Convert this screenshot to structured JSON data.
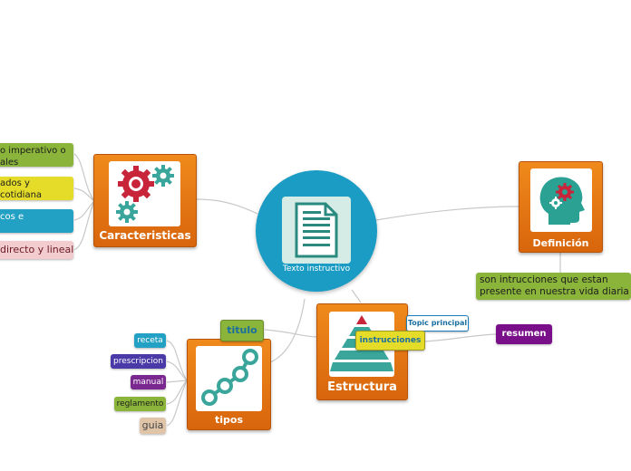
{
  "center": {
    "label": "Texto instructivo",
    "icon": "document-icon",
    "color": "#1a9cc4"
  },
  "main_topics": {
    "caracteristicas": {
      "label": "Caracteristicas",
      "icon": "gears-icon"
    },
    "definicion": {
      "label": "Definición",
      "icon": "head-gears-icon"
    },
    "estructura": {
      "label": "Estructura",
      "icon": "pyramid-icon"
    },
    "tipos": {
      "label": "tipos",
      "icon": "steps-icon"
    }
  },
  "caracteristicas_items": [
    {
      "line1": "o imperativo o",
      "line2": "ales",
      "color": "#8ab43a"
    },
    {
      "line1": "ados y",
      "line2": "cotidiana",
      "color": "#e5dc2a"
    },
    {
      "line1": "cos e",
      "line2": "",
      "color": "#23a1c4"
    },
    {
      "line1": "directo y lineal",
      "line2": "",
      "color": "#f2cccf"
    }
  ],
  "definicion_items": [
    {
      "line1": "son intrucciones que estan",
      "line2": "presente en nuestra vida diaria",
      "color": "#8ab43a"
    }
  ],
  "estructura_items": {
    "topic_principal": "Topic principal",
    "instrucciones": "instrucciones",
    "resumen": "resumen",
    "titulo": "titulo"
  },
  "tipos_items": [
    {
      "label": "receta",
      "color": "#23a1c4"
    },
    {
      "label": "prescripcion",
      "color": "#4a3aa8"
    },
    {
      "label": "manual",
      "color": "#7a2790"
    },
    {
      "label": "reglamento",
      "color": "#8ab43a"
    },
    {
      "label": "guia",
      "color": "#e0c4a8"
    }
  ],
  "colors": {
    "orange": "#e8781a",
    "teal": "#3aa69b",
    "crimson": "#c8243a",
    "green": "#8ab43a",
    "yellow": "#e5dc2a",
    "purple": "#7a0f8a"
  }
}
